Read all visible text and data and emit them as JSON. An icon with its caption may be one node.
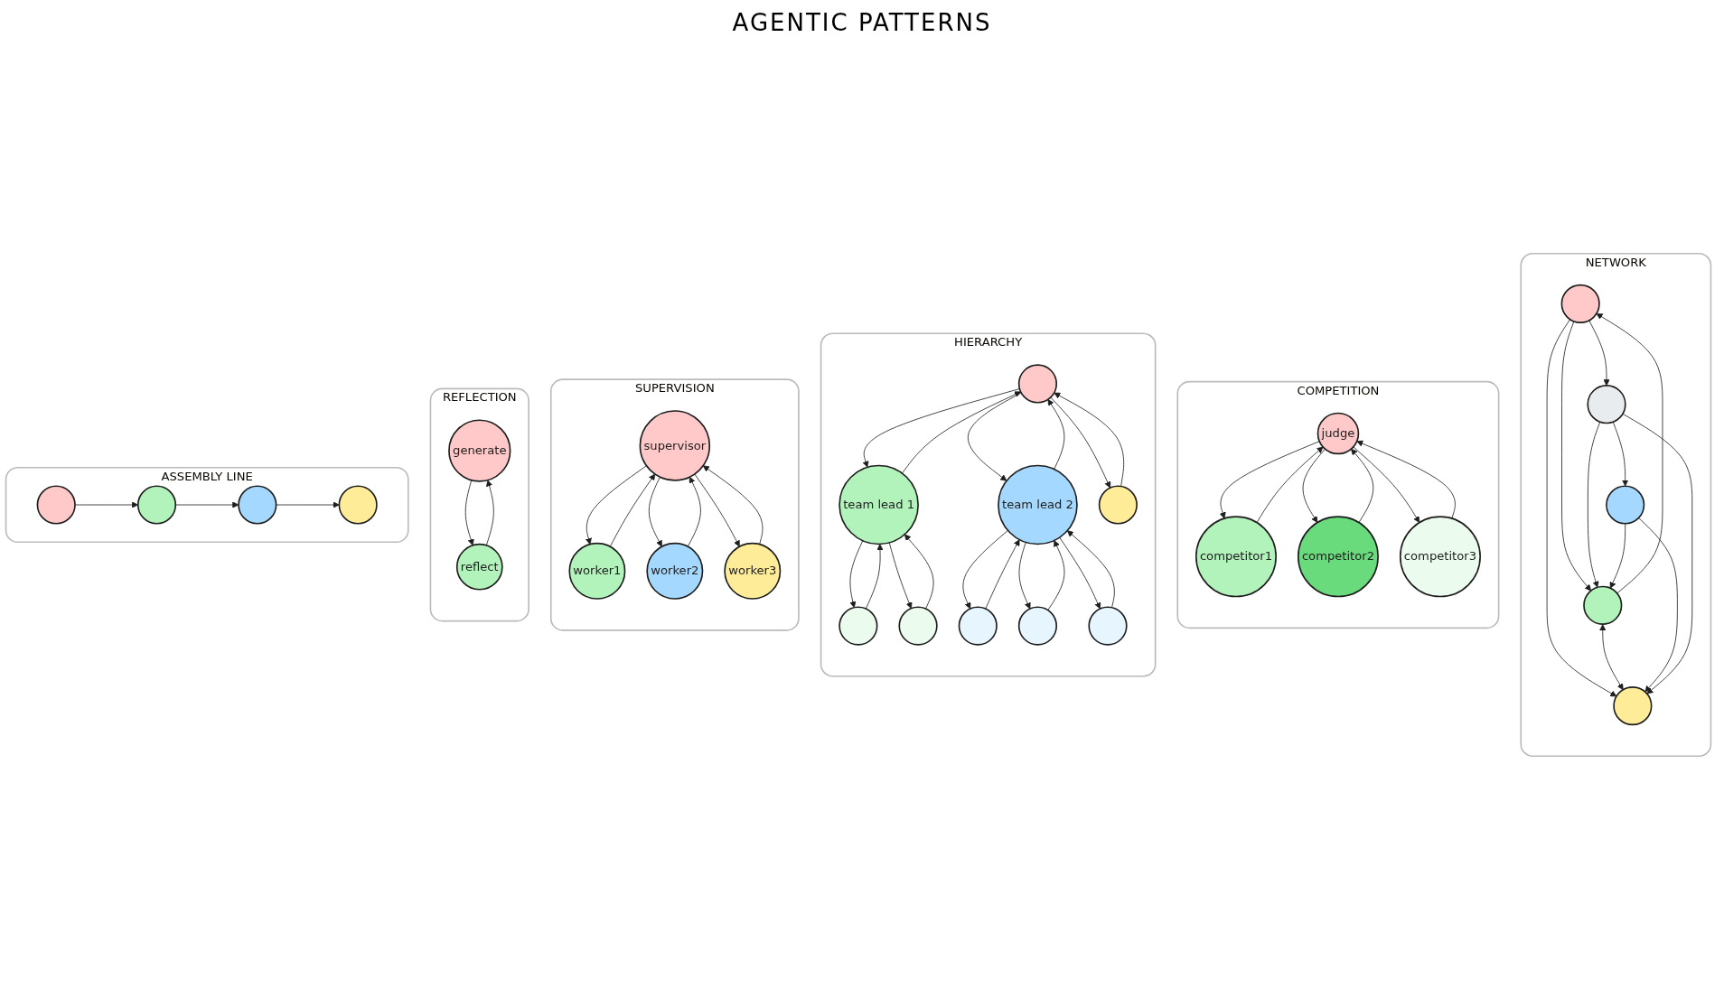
{
  "diagram": {
    "title": "AGENTIC PATTERNS",
    "nodes": [
      {
        "text": [
          "ASSEMBLY LINE"
        ]
      },
      {
        "text": [],
        "shape": "circle",
        "in": 0
      },
      {
        "text": [],
        "shape": "circle",
        "in": 0
      },
      {
        "text": [],
        "shape": "circle",
        "in": 0
      },
      {
        "text": [],
        "shape": "circle",
        "in": 0
      },
      {
        "text": [
          "REFLECTION"
        ]
      },
      {
        "text": [
          "generate"
        ],
        "in": 5
      },
      {
        "text": [
          "reflect"
        ],
        "in": 5
      },
      {
        "text": [
          "SUPERVISION"
        ]
      },
      {
        "text": [
          "supervisor"
        ],
        "in": 8
      },
      {
        "text": [
          "worker1"
        ],
        "in": 8
      },
      {
        "text": [
          "worker2"
        ],
        "in": 8
      },
      {
        "text": [
          "worker3"
        ],
        "in": 8
      },
      {
        "text": [
          "HIERARCHY"
        ]
      },
      {
        "text": [],
        "shape": "circle",
        "in": 13
      },
      {
        "text": [
          "team lead 1"
        ],
        "in": 13
      },
      {
        "text": [
          "team lead 2"
        ],
        "in": 13
      },
      {
        "text": [],
        "shape": "circle",
        "in": 13
      },
      {
        "text": [],
        "shape": "circle",
        "in": 13
      },
      {
        "text": [],
        "shape": "circle",
        "in": 13
      },
      {
        "text": [],
        "shape": "circle",
        "in": 13
      },
      {
        "text": [],
        "shape": "circle",
        "in": 13
      },
      {
        "text": [],
        "shape": "circle",
        "in": 13
      },
      {
        "text": [
          "COMPETITION"
        ]
      },
      {
        "text": [
          "judge"
        ],
        "in": 23
      },
      {
        "text": [
          "competitor1"
        ],
        "in": 23
      },
      {
        "text": [
          "competitor2"
        ],
        "in": 23
      },
      {
        "text": [
          "competitor3"
        ],
        "in": 23
      },
      {
        "text": [
          "NETWORK"
        ]
      },
      {
        "text": [],
        "shape": "circle",
        "in": 28
      },
      {
        "text": [],
        "shape": "circle",
        "in": 28
      },
      {
        "text": [],
        "shape": "circle",
        "in": 28
      },
      {
        "text": [],
        "shape": "circle",
        "in": 28
      },
      {
        "text": [],
        "shape": "circle",
        "in": 28
      }
    ],
    "edges": [
      {
        "from": 1,
        "to": 2,
        "arrow": "to"
      },
      {
        "from": 2,
        "to": 3,
        "arrow": "to"
      },
      {
        "from": 3,
        "to": 4,
        "arrow": "to"
      },
      {
        "from": 6,
        "to": 7,
        "arrow": "to"
      },
      {
        "from": 7,
        "to": 6,
        "arrow": "to"
      },
      {
        "from": 9,
        "to": 10,
        "arrow": "to"
      },
      {
        "from": 10,
        "to": 9,
        "arrow": "to"
      },
      {
        "from": 9,
        "to": 11,
        "arrow": "to"
      },
      {
        "from": 11,
        "to": 9,
        "arrow": "to"
      },
      {
        "from": 9,
        "to": 12,
        "arrow": "to"
      },
      {
        "from": 12,
        "to": 9,
        "arrow": "to"
      },
      {
        "from": 14,
        "to": 15,
        "arrow": "to"
      },
      {
        "from": 15,
        "to": 14,
        "arrow": "to"
      },
      {
        "from": 14,
        "to": 16,
        "arrow": "to"
      },
      {
        "from": 16,
        "to": 14,
        "arrow": "to"
      },
      {
        "from": 14,
        "to": 17,
        "arrow": "to"
      },
      {
        "from": 17,
        "to": 14,
        "arrow": "to"
      },
      {
        "from": 15,
        "to": 18,
        "arrow": "to"
      },
      {
        "from": 18,
        "to": 15,
        "arrow": "to"
      },
      {
        "from": 15,
        "to": 19,
        "arrow": "to"
      },
      {
        "from": 19,
        "to": 15,
        "arrow": "to"
      },
      {
        "from": 16,
        "to": 20,
        "arrow": "to"
      },
      {
        "from": 20,
        "to": 16,
        "arrow": "to"
      },
      {
        "from": 16,
        "to": 21,
        "arrow": "to"
      },
      {
        "from": 21,
        "to": 16,
        "arrow": "to"
      },
      {
        "from": 16,
        "to": 22,
        "arrow": "to"
      },
      {
        "from": 22,
        "to": 16,
        "arrow": "to"
      },
      {
        "from": 24,
        "to": 25,
        "arrow": "to"
      },
      {
        "from": 25,
        "to": 24,
        "arrow": "to"
      },
      {
        "from": 24,
        "to": 26,
        "arrow": "to"
      },
      {
        "from": 26,
        "to": 24,
        "arrow": "to"
      },
      {
        "from": 24,
        "to": 27,
        "arrow": "to"
      },
      {
        "from": 27,
        "to": 24,
        "arrow": "to"
      },
      {
        "from": 30,
        "to": 29,
        "arrow": "to"
      },
      {
        "from": 29,
        "to": 30,
        "arrow": "to"
      },
      {
        "from": 29,
        "to": 31,
        "arrow": "to"
      },
      {
        "from": 30,
        "to": 31,
        "arrow": "both"
      },
      {
        "from": 29,
        "to": 33,
        "arrow": "to"
      },
      {
        "from": 32,
        "to": 31,
        "arrow": "to"
      },
      {
        "from": 33,
        "to": 30,
        "arrow": "to"
      },
      {
        "from": 32,
        "to": 30,
        "arrow": "to"
      },
      {
        "from": 33,
        "to": 31,
        "arrow": "to"
      },
      {
        "from": 33,
        "to": 32,
        "arrow": "to"
      }
    ]
  }
}
